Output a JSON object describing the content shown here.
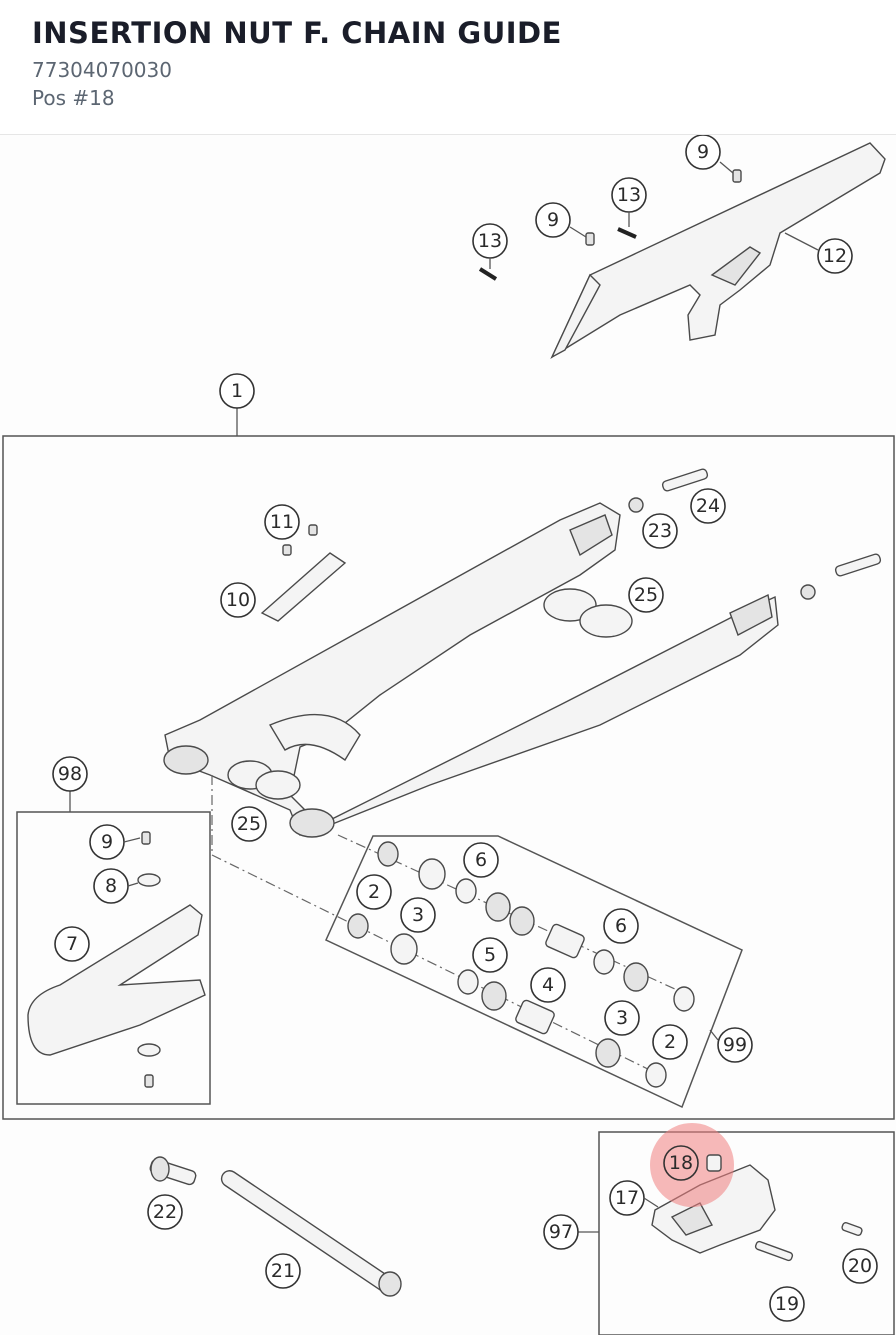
{
  "header": {
    "title": "INSERTION NUT F. CHAIN GUIDE",
    "part_number": "77304070030",
    "position_label": "Pos #18"
  },
  "diagram": {
    "highlight_color": "#f08080",
    "highlighted_callout": "18",
    "callouts": {
      "c1": "1",
      "c2a": "2",
      "c2b": "2",
      "c3a": "3",
      "c3b": "3",
      "c4": "4",
      "c5": "5",
      "c6a": "6",
      "c6b": "6",
      "c7": "7",
      "c8": "8",
      "c9a": "9",
      "c9b": "9",
      "c9c": "9",
      "c10": "10",
      "c11": "11",
      "c12": "12",
      "c13a": "13",
      "c13b": "13",
      "c17": "17",
      "c18": "18",
      "c19": "19",
      "c20": "20",
      "c21": "21",
      "c22": "22",
      "c23": "23",
      "c24": "24",
      "c25a": "25",
      "c25b": "25",
      "c97": "97",
      "c98": "98",
      "c99": "99"
    }
  }
}
